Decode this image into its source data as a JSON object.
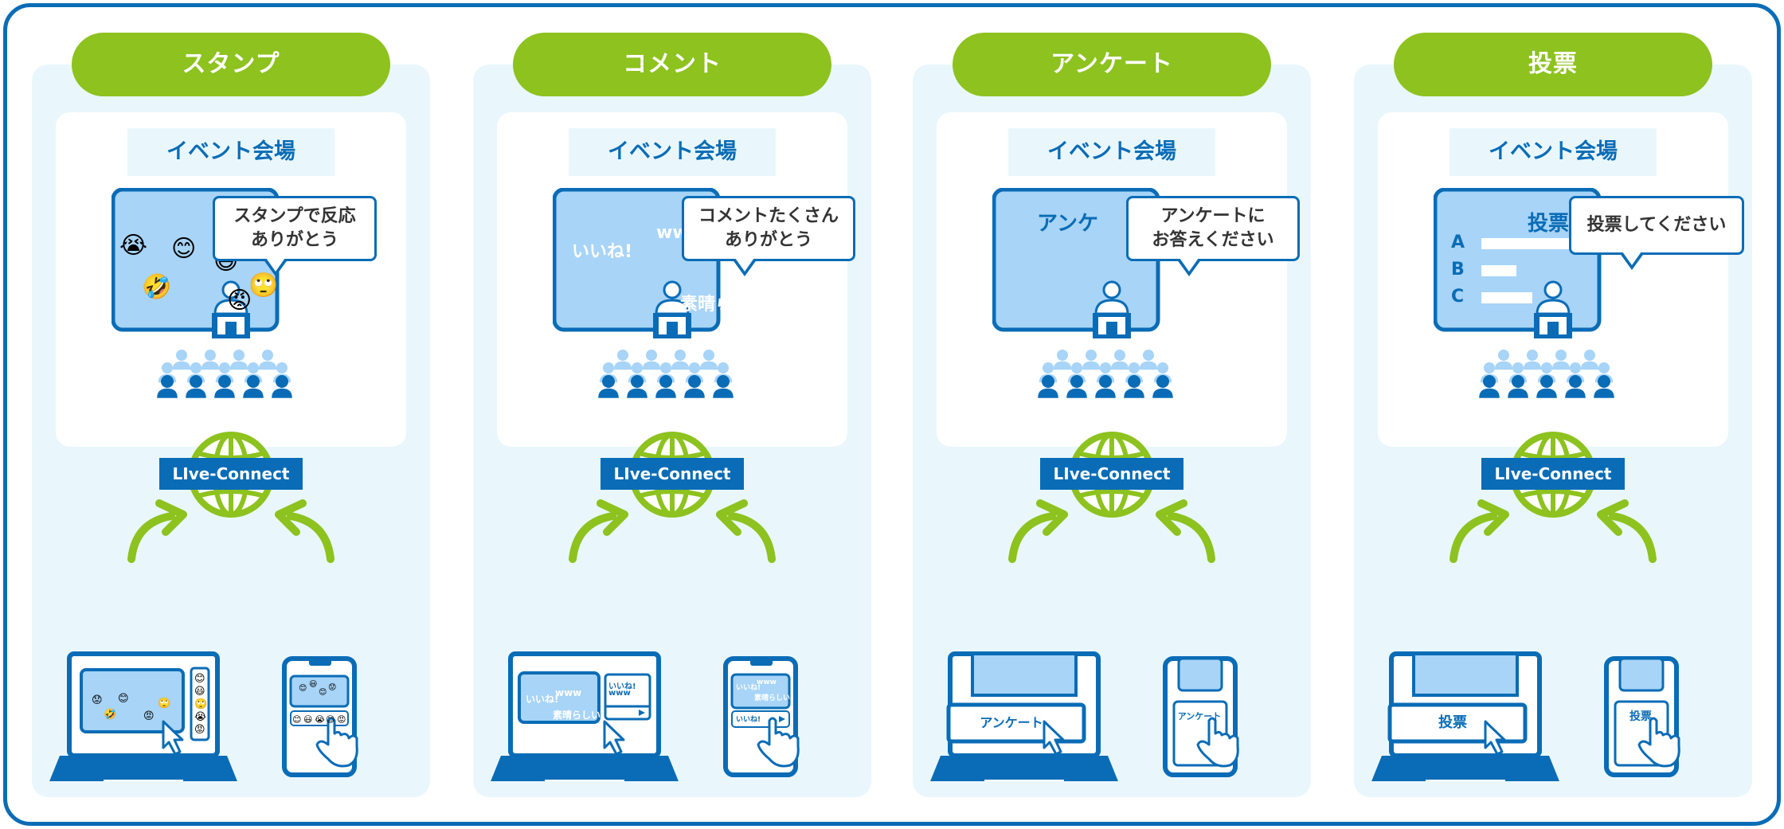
{
  "colors": {
    "primary_blue": "#0a6cb6",
    "accent_green": "#8dc21f",
    "panel_bg": "#e9f7fd",
    "screen_blue": "#a7d4f7",
    "crowd_light": "#a7d4f7"
  },
  "platform_label": "LIve-Connect",
  "venue_label": "イベント会場",
  "columns": [
    {
      "title": "スタンプ",
      "bubble": "スタンプで反応\nありがとう",
      "emojis": [
        "😭",
        "😊",
        "😃",
        "🤣",
        "😡",
        "🙄"
      ],
      "laptop_emojis": [
        "😟",
        "😊",
        "🤣",
        "😡",
        "🙄"
      ],
      "laptop_side_emojis": [
        "😊",
        "😃",
        "🙄",
        "😭",
        "😡"
      ],
      "phone_emojis": [
        "😊",
        "😃",
        "😊",
        "😟"
      ],
      "phone_row_emojis": [
        "😊",
        "😃",
        "😭",
        "😊",
        "😡"
      ]
    },
    {
      "title": "コメント",
      "bubble": "コメントたくさん\nありがとう",
      "screen_comments": [
        "いいね!",
        "www",
        "素晴らしい!"
      ],
      "laptop_comments": [
        "いいね!",
        "www",
        "素晴らしい!"
      ],
      "laptop_side_comments": [
        "いいね!",
        "www"
      ],
      "phone_comments": [
        "いいね!",
        "www",
        "素晴らしい!"
      ],
      "phone_input": "いいね!"
    },
    {
      "title": "アンケート",
      "bubble": "アンケートに\nお答えください",
      "screen_title": "アンケ",
      "laptop_button": "アンケート",
      "phone_button": "アンケート"
    },
    {
      "title": "投票",
      "bubble": "投票してください",
      "screen_title": "投票",
      "options": [
        "A",
        "B",
        "C"
      ],
      "laptop_button": "投票",
      "phone_button": "投票"
    }
  ]
}
